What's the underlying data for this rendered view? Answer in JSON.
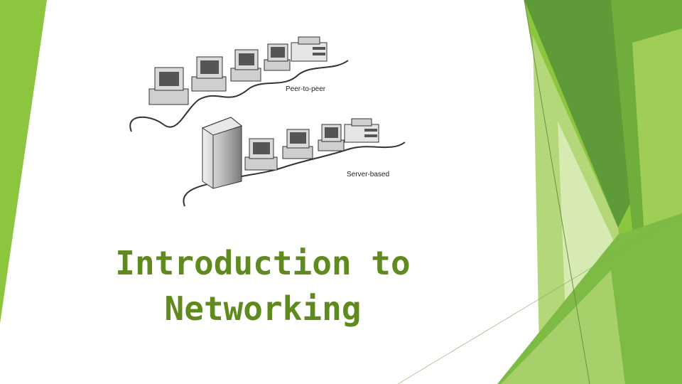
{
  "slide": {
    "title_line1": "Introduction to",
    "title_line2": "Networking"
  },
  "diagram": {
    "peer_label": "Peer-to-peer",
    "server_label": "Server-based"
  },
  "colors": {
    "title": "#5f8a1e",
    "green_light": "#c9e29b",
    "green_mid": "#8cc63f",
    "green_dark": "#5e9a37",
    "green_deep": "#4a8a2a"
  },
  "icons": [
    "desktop-computer-icon",
    "printer-icon",
    "server-tower-icon"
  ]
}
